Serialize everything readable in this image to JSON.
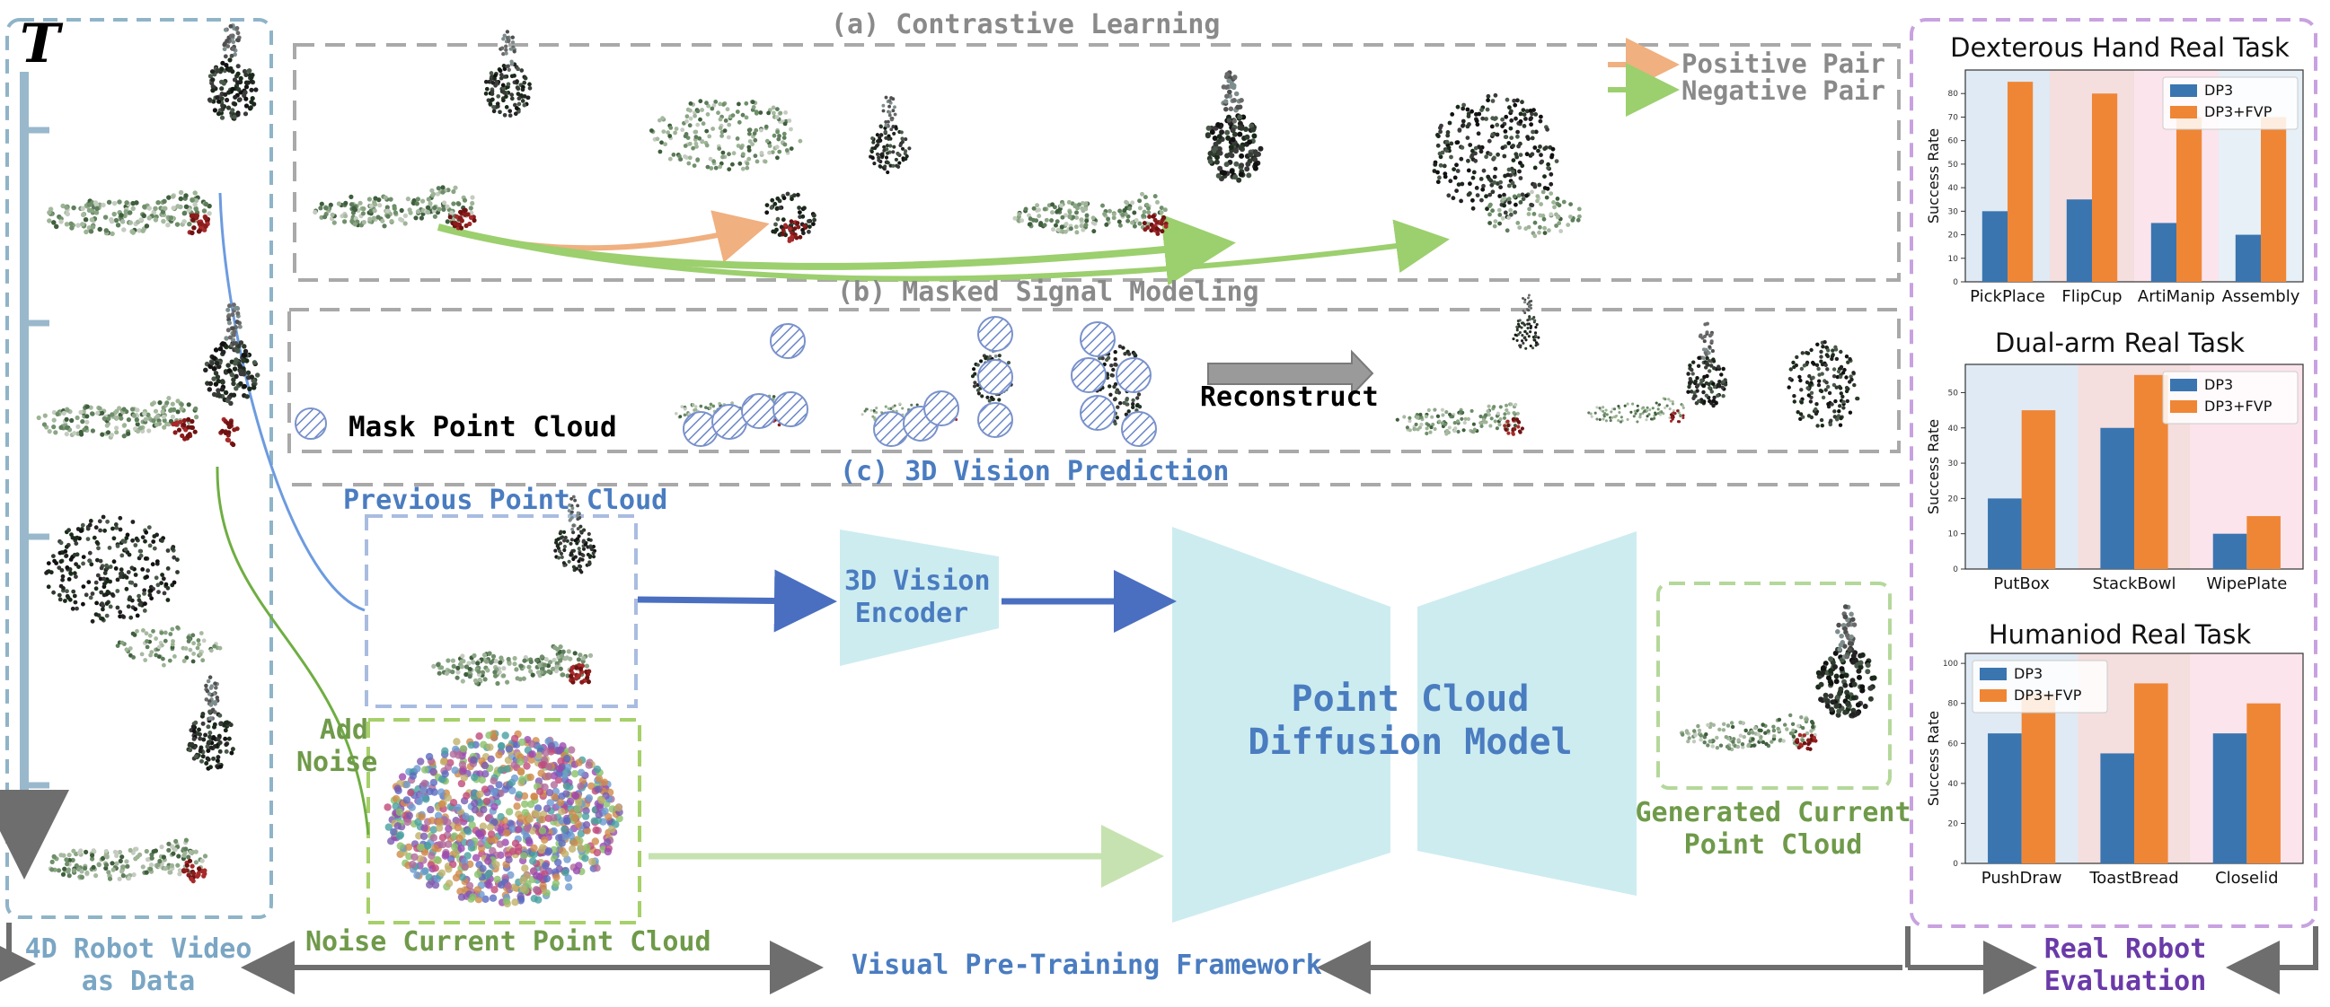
{
  "time_axis": {
    "label": "T"
  },
  "contrastive": {
    "title": "(a) Contrastive Learning",
    "legend": [
      {
        "label": "Positive Pair",
        "color": "#f0b080"
      },
      {
        "label": "Negative Pair",
        "color": "#9ccf6e"
      }
    ]
  },
  "masked": {
    "title": "(b) Masked Signal Modeling",
    "mask_label": "Mask Point Cloud",
    "reconstruct_label": "Reconstruct"
  },
  "prediction": {
    "title": "(c) 3D Vision Prediction",
    "previous_label": "Previous Point Cloud",
    "add_noise_label": "Add\nNoise",
    "noise_label": "Noise Current Point Cloud",
    "encoder_label": "3D Vision\nEncoder",
    "diffusion_label": "Point Cloud\nDiffusion Model",
    "generated_label": "Generated Current\nPoint Cloud"
  },
  "bottom": {
    "video_label": "4D Robot Video\nas Data",
    "framework_label": "Visual Pre-Training Framework",
    "evaluation_label": "Real Robot\nEvaluation"
  },
  "colors": {
    "video_border": "#8fb4c8",
    "eval_border": "#c8a2e0",
    "dashed_gray": "#a9a9a9",
    "dp3": "#3a75b0",
    "dp3_fvp": "#ef8636",
    "encoder": "#cdecf0"
  },
  "chart_data": [
    {
      "type": "bar",
      "title": "Dexterous Hand Real Task",
      "ylabel": "Success Rate",
      "categories": [
        "PickPlace",
        "FlipCup",
        "ArtiManip",
        "Assembly"
      ],
      "series": [
        {
          "name": "DP3",
          "values": [
            30,
            35,
            25,
            20
          ]
        },
        {
          "name": "DP3+FVP",
          "values": [
            85,
            80,
            70,
            70
          ]
        }
      ],
      "yticks": [
        0,
        10,
        20,
        30,
        40,
        50,
        60,
        70,
        80
      ],
      "ylim": [
        0,
        90
      ],
      "legend": "top-right"
    },
    {
      "type": "bar",
      "title": "Dual-arm Real Task",
      "ylabel": "Success Rate",
      "categories": [
        "PutBox",
        "StackBowl",
        "WipePlate"
      ],
      "series": [
        {
          "name": "DP3",
          "values": [
            20,
            40,
            10
          ]
        },
        {
          "name": "DP3+FVP",
          "values": [
            45,
            55,
            15
          ]
        }
      ],
      "yticks": [
        0,
        10,
        20,
        30,
        40,
        50
      ],
      "ylim": [
        0,
        58
      ],
      "legend": "top-right"
    },
    {
      "type": "bar",
      "title": "Humaniod Real Task",
      "ylabel": "Success Rate",
      "categories": [
        "PushDraw",
        "ToastBread",
        "Closelid"
      ],
      "series": [
        {
          "name": "DP3",
          "values": [
            65,
            55,
            65
          ]
        },
        {
          "name": "DP3+FVP",
          "values": [
            85,
            90,
            80
          ]
        }
      ],
      "yticks": [
        0,
        20,
        40,
        60,
        80,
        100
      ],
      "ylim": [
        0,
        105
      ],
      "legend": "top-left"
    }
  ]
}
